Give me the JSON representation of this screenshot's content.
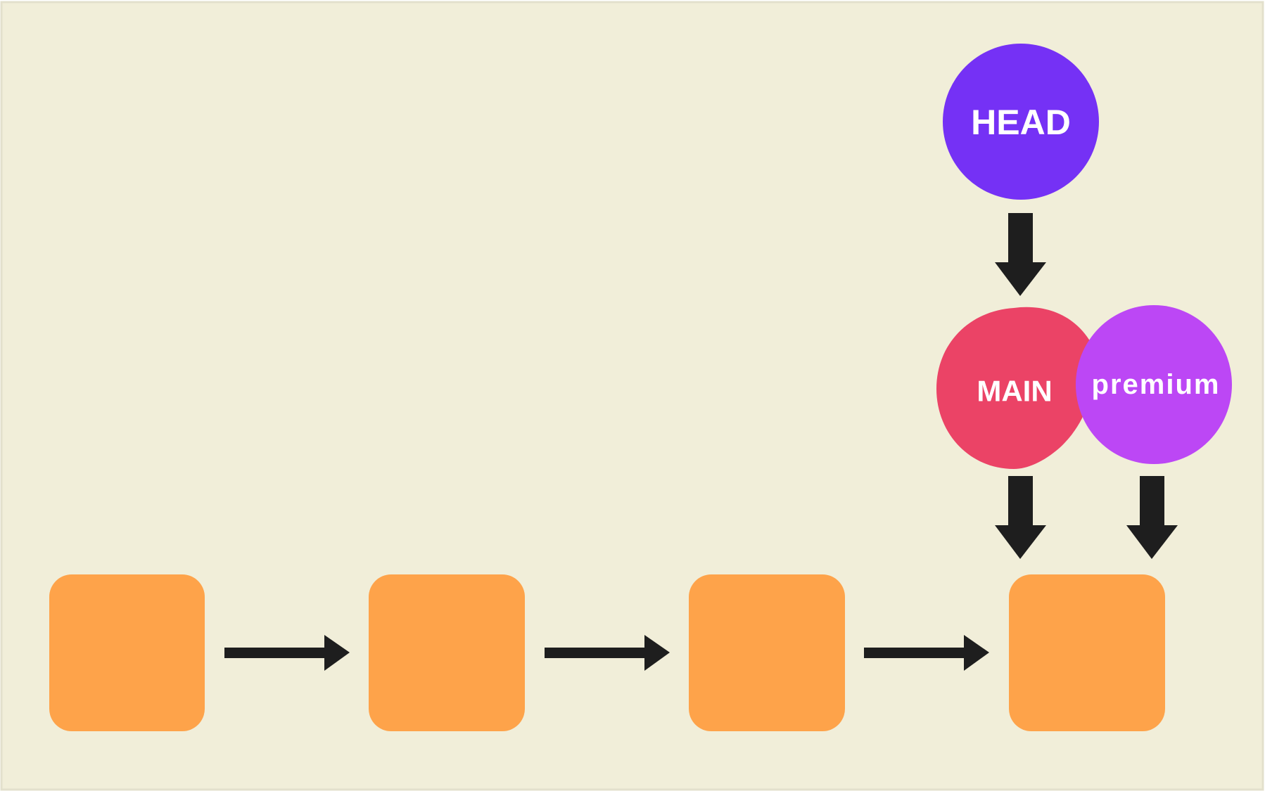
{
  "colors": {
    "background": "#f1eed9",
    "border": "#e3e0cc",
    "commit": "#fea34a",
    "arrow": "#1e1e1e",
    "head": "#7531f5",
    "main": "#eb4366",
    "premium": "#bc47f5",
    "label_text": "#ffffff"
  },
  "pointers": {
    "head": {
      "label": "HEAD",
      "color": "#7531f5"
    },
    "main": {
      "label": "MAIN",
      "color": "#eb4366"
    },
    "premium": {
      "label": "premium",
      "color": "#bc47f5"
    }
  },
  "commits": [
    {
      "id": "commit-1"
    },
    {
      "id": "commit-2"
    },
    {
      "id": "commit-3"
    },
    {
      "id": "commit-4"
    }
  ],
  "edges": [
    {
      "from": "commit-1",
      "to": "commit-2"
    },
    {
      "from": "commit-2",
      "to": "commit-3"
    },
    {
      "from": "commit-3",
      "to": "commit-4"
    },
    {
      "from": "head",
      "to": "main"
    },
    {
      "from": "main",
      "to": "commit-4"
    },
    {
      "from": "premium",
      "to": "commit-4"
    }
  ]
}
